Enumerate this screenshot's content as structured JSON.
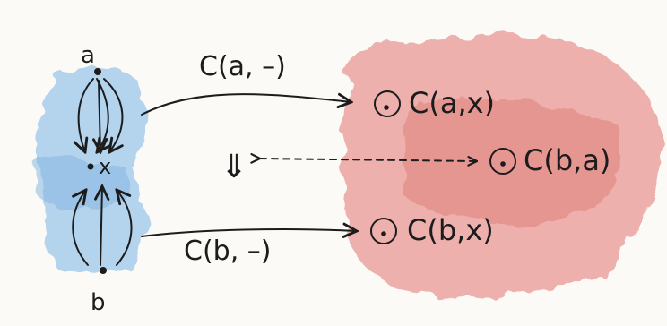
{
  "diagram": {
    "objects": {
      "a": "a",
      "x": "x",
      "b": "b"
    },
    "functors": {
      "top": "C(a, –)",
      "bottom": "C(b, –)"
    },
    "sets": {
      "cax": "C(a,x)",
      "cba": "C(b,a)",
      "cbx": "C(b,x)"
    },
    "transformation_symbol": "⇓"
  },
  "colors": {
    "ink": "#1c1c1c",
    "left_wash": "#9cc6ea",
    "right_wash": "#e8908c",
    "paper": "#fbfaf6"
  }
}
